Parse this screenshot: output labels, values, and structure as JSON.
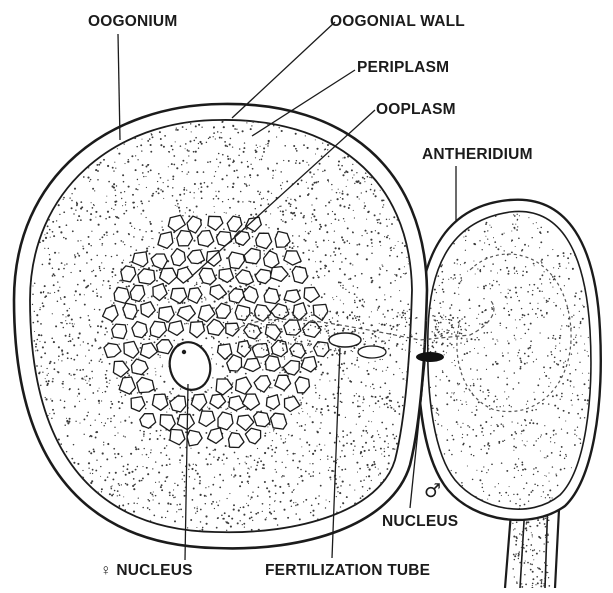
{
  "labels": {
    "oogonium": "OOGONIUM",
    "oogonial_wall": "OOGONIAL WALL",
    "periplasm": "PERIPLASM",
    "ooplasm": "OOPLASM",
    "antheridium": "ANTHERIDIUM",
    "male_symbol": "♂",
    "male_nucleus": "NUCLEUS",
    "female_nucleus": "♀ NUCLEUS",
    "fertilization_tube": "FERTILIZATION TUBE"
  },
  "colors": {
    "ink": "#1b1b1b",
    "stipple": "#3a3a3a",
    "background": "#ffffff"
  }
}
